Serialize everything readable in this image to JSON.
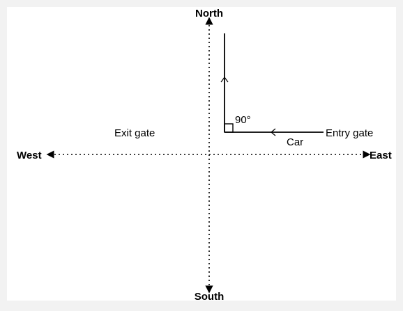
{
  "directions": {
    "north": "North",
    "south": "South",
    "east": "East",
    "west": "West"
  },
  "labels": {
    "exit_gate": "Exit gate",
    "entry_gate": "Entry gate",
    "car": "Car",
    "angle": "90°"
  },
  "colors": {
    "line": "#000000",
    "canvas": "#ffffff",
    "frame": "#f2f2f2"
  }
}
